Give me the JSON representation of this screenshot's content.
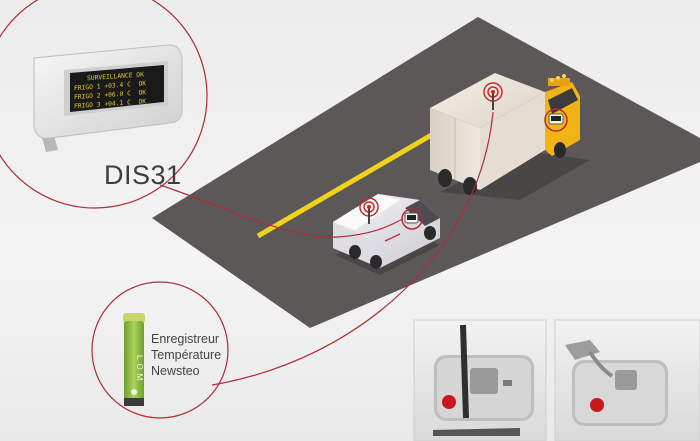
{
  "display": {
    "name": "DIS31",
    "lcd_lines": [
      "SURVEILLANCE OK",
      "FRIGO 1 +03.4 C  OK",
      "FRIGO 2 +06.0 C  OK",
      "FRIGO 3 +04.1 C  OK"
    ]
  },
  "recorder": {
    "lines": [
      "Enregistreur",
      "Température",
      "Newsteo"
    ],
    "tube_text": "LOM"
  },
  "colors": {
    "road": "#5c5857",
    "road_line": "#f2d31b",
    "callout_line": "#b02a3a",
    "truck_cab": "#f2b315",
    "box_body": "#ebe3da",
    "van_body": "#e8e8ec",
    "tube_green": "#8bc34a",
    "tube_cap": "#c8d76a"
  },
  "icons": [
    "antenna-icon",
    "display-icon"
  ]
}
